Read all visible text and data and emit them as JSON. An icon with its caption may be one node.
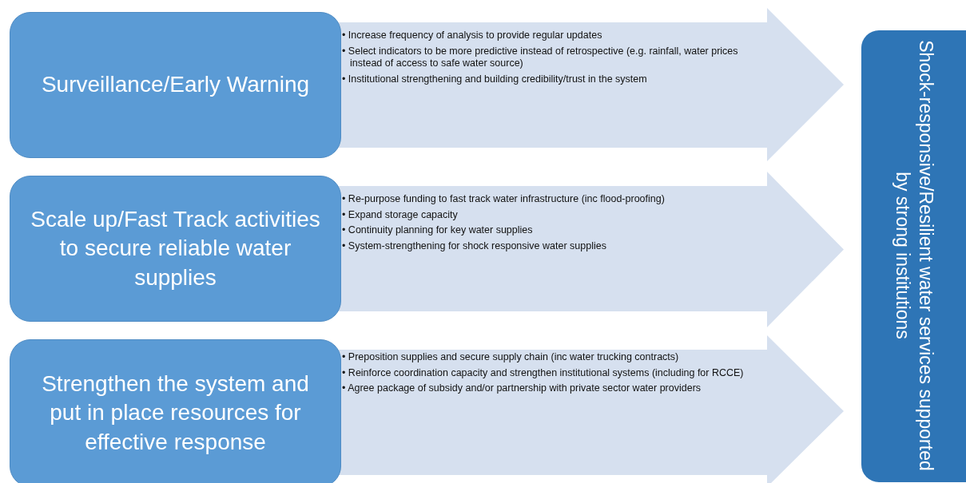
{
  "diagram": {
    "nodes": [
      {
        "text": [
          "Surveillance/Early Warning"
        ]
      },
      {
        "text": [
          "• Increase frequency of analysis to provide regular updates",
          "• Select indicators to be more predictive instead of retrospective (e.g. rainfall, water prices instead of access to safe water source)",
          "• Institutional strengthening and building credibility/trust in the system"
        ]
      },
      {
        "text": [
          "Scale up/Fast Track activities to secure reliable water supplies"
        ]
      },
      {
        "text": [
          "• Re-purpose funding to fast track water infrastructure (inc flood-proofing)",
          "• Expand storage capacity",
          "• Continuity planning for key water supplies",
          "• System-strengthening for shock responsive water supplies"
        ]
      },
      {
        "text": [
          "Strengthen the system and put in place resources for effective response"
        ]
      },
      {
        "text": [
          "• Preposition supplies and secure supply chain (inc water trucking contracts)",
          "• Reinforce coordination capacity and strengthen institutional systems (including for RCCE)",
          "• Agree package of subsidy and/or partnership with private sector water providers"
        ]
      },
      {
        "text": [
          "Shock-responsive/Resilient water services supported by strong institutions"
        ]
      }
    ]
  }
}
